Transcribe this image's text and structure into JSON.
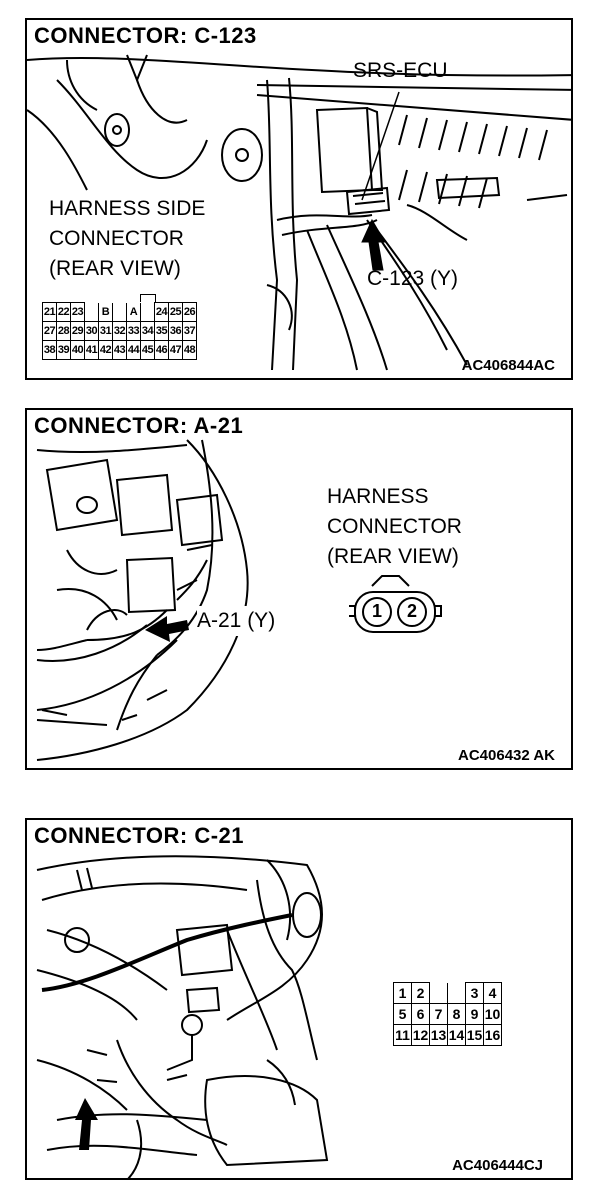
{
  "panels": [
    {
      "title": "CONNECTOR: C-123",
      "code": "AC406844AC",
      "labels": {
        "ecu": "SRS-ECU",
        "harness_line1": "HARNESS SIDE",
        "harness_line2": "CONNECTOR",
        "harness_line3": "(REAR VIEW)",
        "connector": "C-123 (Y)"
      },
      "pins": {
        "row1": [
          "21",
          "22",
          "23",
          "",
          "B",
          "",
          "A",
          "",
          "24",
          "25",
          "26"
        ],
        "row2": [
          "27",
          "28",
          "29",
          "30",
          "31",
          "32",
          "33",
          "34",
          "35",
          "36",
          "37"
        ],
        "row3": [
          "38",
          "39",
          "40",
          "41",
          "42",
          "43",
          "44",
          "45",
          "46",
          "47",
          "48"
        ]
      }
    },
    {
      "title": "CONNECTOR: A-21",
      "code": "AC406432 AK",
      "labels": {
        "harness_line1": "HARNESS",
        "harness_line2": "CONNECTOR",
        "harness_line3": "(REAR VIEW)",
        "connector": "A-21 (Y)"
      },
      "pins": [
        "1",
        "2"
      ]
    },
    {
      "title": "CONNECTOR: C-21",
      "code": "AC406444CJ",
      "pins": {
        "row1": [
          "1",
          "2",
          "",
          "",
          "3",
          "4"
        ],
        "row2": [
          "5",
          "6",
          "7",
          "8",
          "9",
          "10"
        ],
        "row3": [
          "11",
          "12",
          "13",
          "14",
          "15",
          "16"
        ]
      }
    }
  ]
}
